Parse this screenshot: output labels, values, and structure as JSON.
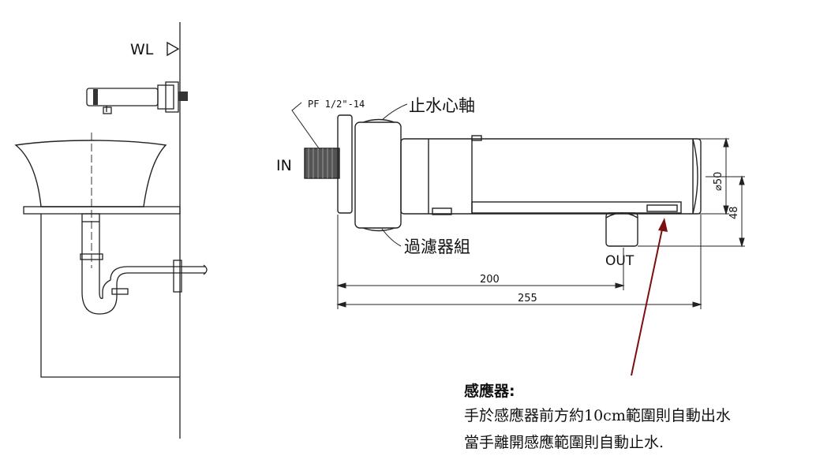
{
  "labels": {
    "wl": "WL",
    "pf": "PF 1/2\"-14",
    "in": "IN",
    "shaft": "止水心軸",
    "filter": "過濾器組",
    "out": "OUT",
    "dim_200": "200",
    "dim_255": "255",
    "dim_diameter": "⌀50",
    "dim_48": "48"
  },
  "note": {
    "title": "感應器:",
    "line1": "手於感應器前方約10cm範圍則自動出水",
    "line2": "當手離開感應範圍則自動止水."
  }
}
